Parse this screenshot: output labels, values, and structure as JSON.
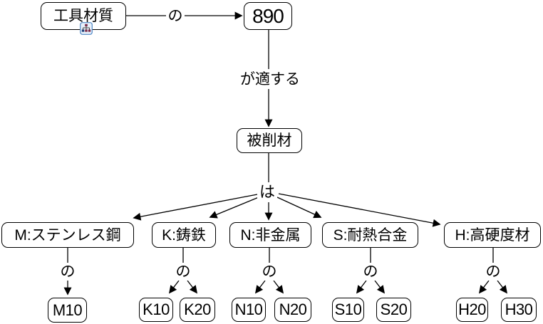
{
  "diagram": {
    "background": "#ffffff",
    "line_color": "#000000",
    "node_border_color": "#000000",
    "icon_colors": {
      "border": "#4f87c5",
      "fill": "#e7f0fa",
      "node_dark": "#7b2b49",
      "node_blue": "#1f3f77"
    }
  },
  "nodes": {
    "tool": {
      "label": "工具材質"
    },
    "grade": {
      "label": "890"
    },
    "work": {
      "label": "被削材"
    },
    "cat_m": {
      "label": "M:ステンレス鋼"
    },
    "cat_k": {
      "label": "K:鋳鉄"
    },
    "cat_n": {
      "label": "N:非金属"
    },
    "cat_s": {
      "label": "S:耐熱合金"
    },
    "cat_h": {
      "label": "H:高硬度材"
    },
    "m10": {
      "label": "M10"
    },
    "k10": {
      "label": "K10"
    },
    "k20": {
      "label": "K20"
    },
    "n10": {
      "label": "N10"
    },
    "n20": {
      "label": "N20"
    },
    "s10": {
      "label": "S10"
    },
    "s20": {
      "label": "S20"
    },
    "h20": {
      "label": "H20"
    },
    "h30": {
      "label": "H30"
    }
  },
  "edge_labels": {
    "tool_grade": "の",
    "grade_work": "が適する",
    "work_categories": "は",
    "cat_m_children": "の",
    "cat_k_children": "の",
    "cat_n_children": "の",
    "cat_s_children": "の",
    "cat_h_children": "の"
  }
}
